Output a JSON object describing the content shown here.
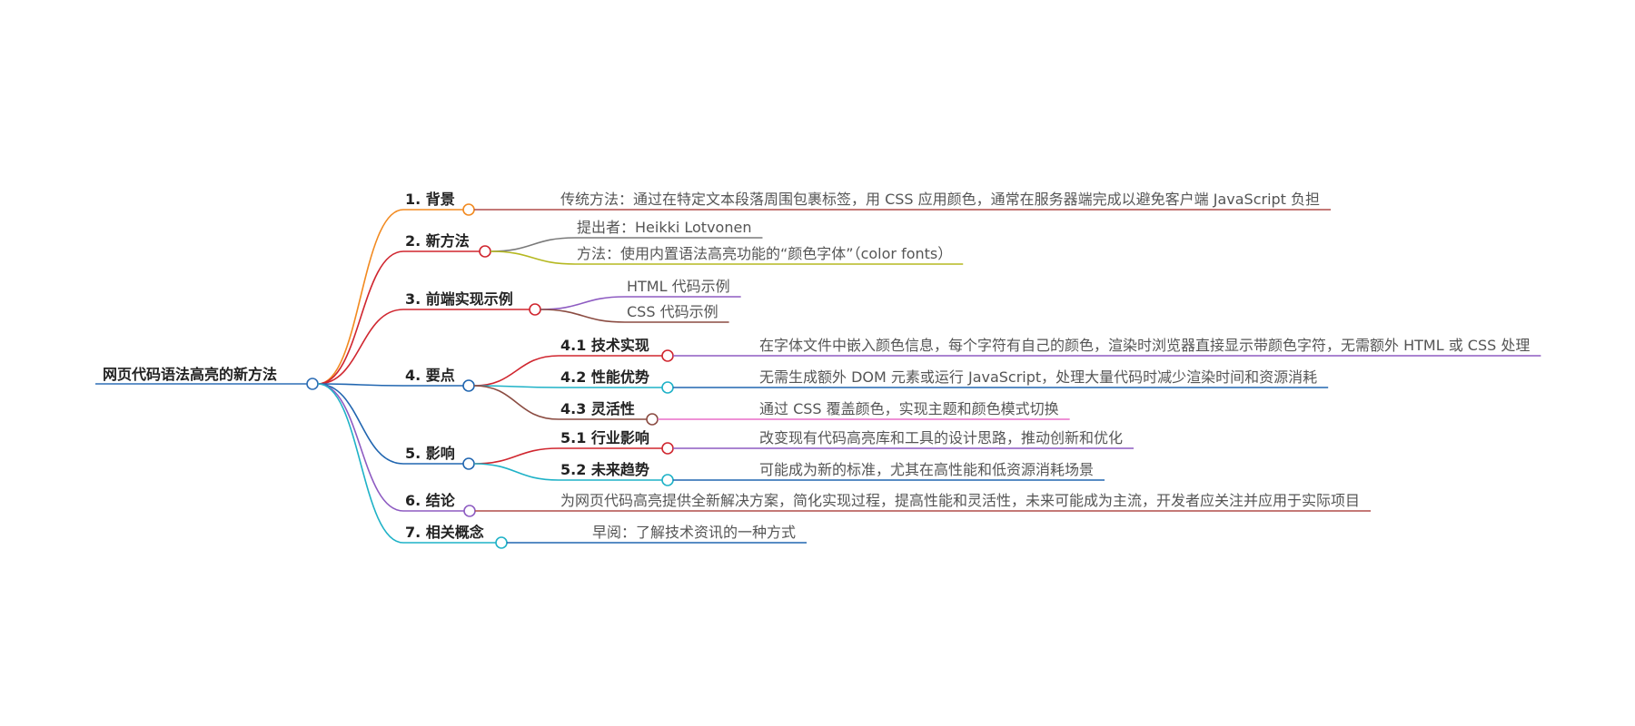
{
  "root": {
    "label": "网页代码语法高亮的新方法",
    "color": "#2e6eb5"
  },
  "branches": [
    {
      "label": "1. 背景",
      "color": "#f28a20",
      "children": [
        {
          "label": "传统方法：通过在特定文本段落周围包裹标签，用 CSS 应用颜色，通常在服务器端完成以避免客户端 JavaScript 负担",
          "color": "#b04d4a"
        }
      ]
    },
    {
      "label": "2. 新方法",
      "color": "#d0262f",
      "children": [
        {
          "label": "提出者：Heikki Lotvonen",
          "color": "#7a7a7a"
        },
        {
          "label": "方法：使用内置语法高亮功能的“颜色字体”（color fonts）",
          "color": "#b5b820"
        }
      ]
    },
    {
      "label": "3. 前端实现示例",
      "color": "#d0262f",
      "children": [
        {
          "label": "HTML 代码示例",
          "color": "#8e5cc2"
        },
        {
          "label": "CSS 代码示例",
          "color": "#8b4c42"
        }
      ]
    },
    {
      "label": "4. 要点",
      "color": "#2166b0",
      "children": [
        {
          "label": "4.1 技术实现",
          "color": "#d0262f",
          "children": [
            {
              "label": "在字体文件中嵌入颜色信息，每个字符有自己的颜色，渲染时浏览器直接显示带颜色字符，无需额外 HTML 或 CSS 处理",
              "color": "#8e5cc2"
            }
          ]
        },
        {
          "label": "4.2 性能优势",
          "color": "#1fb2c7",
          "children": [
            {
              "label": "无需生成额外 DOM 元素或运行 JavaScript，处理大量代码时减少渲染时间和资源消耗",
              "color": "#2166b0"
            }
          ]
        },
        {
          "label": "4.3 灵活性",
          "color": "#8b4c42",
          "children": [
            {
              "label": "通过 CSS 覆盖颜色，实现主题和颜色模式切换",
              "color": "#e86fc8"
            }
          ]
        }
      ]
    },
    {
      "label": "5. 影响",
      "color": "#2166b0",
      "children": [
        {
          "label": "5.1 行业影响",
          "color": "#d0262f",
          "children": [
            {
              "label": "改变现有代码高亮库和工具的设计思路，推动创新和优化",
              "color": "#8e5cc2"
            }
          ]
        },
        {
          "label": "5.2 未来趋势",
          "color": "#1fb2c7",
          "children": [
            {
              "label": "可能成为新的标准，尤其在高性能和低资源消耗场景",
              "color": "#2166b0"
            }
          ]
        }
      ]
    },
    {
      "label": "6. 结论",
      "color": "#8e5cc2",
      "children": [
        {
          "label": "为网页代码高亮提供全新解决方案，简化实现过程，提高性能和灵活性，未来可能成为主流，开发者应关注并应用于实际项目",
          "color": "#b04d4a"
        }
      ]
    },
    {
      "label": "7. 相关概念",
      "color": "#1fb2c7",
      "children": [
        {
          "label": "早阅：了解技术资讯的一种方式",
          "color": "#2166b0"
        }
      ]
    }
  ]
}
